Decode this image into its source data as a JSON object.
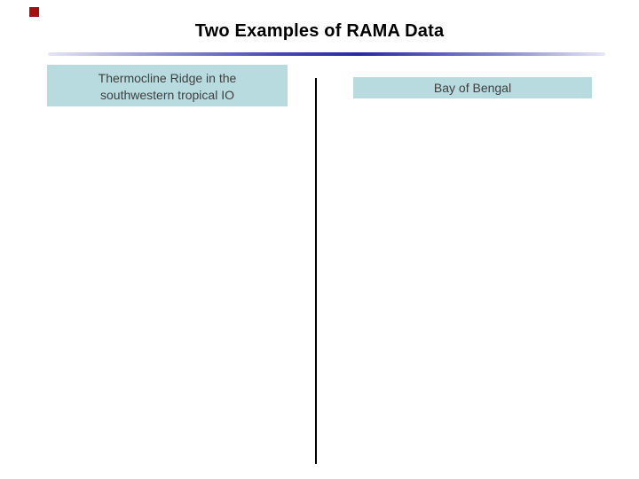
{
  "slide": {
    "title": "Two Examples of RAMA Data",
    "left_box": {
      "lines": [
        "Thermocline Ridge in the",
        "southwestern tropical IO"
      ]
    },
    "right_box": {
      "label": "Bay of Bengal"
    },
    "colors": {
      "title_text": "#000000",
      "box_bg": "#b7dbdf",
      "box_text": "#3f3f3f",
      "divider_dark": "#2a2aa4",
      "divider_light": "#e6e6f5",
      "marker_red": "#a50f0f",
      "line": "#000000"
    }
  }
}
